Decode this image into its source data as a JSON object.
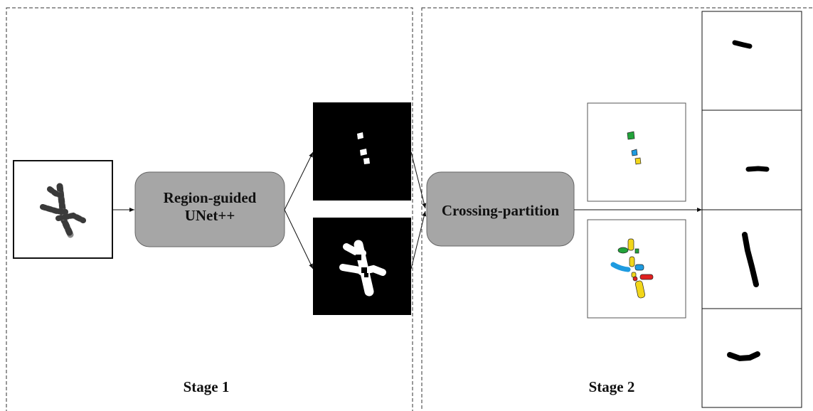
{
  "stages": {
    "stage1": {
      "label": "Stage 1"
    },
    "stage2": {
      "label": "Stage 2"
    }
  },
  "process_boxes": {
    "region_guided": {
      "label_line1": "Region-guided",
      "label_line2": "UNet++",
      "fill": "#a6a6a6"
    },
    "crossing_partition": {
      "label": "Crossing-partition",
      "fill": "#a6a6a6"
    }
  },
  "images": {
    "input": "input-chromosome-image",
    "mask_overlap": "overlap-region-mask",
    "mask_full": "chromosome-mask",
    "colored_overlap": "colored-overlap-segments",
    "colored_full": "colored-chromosome-segments",
    "outputs": [
      "separated-chromosome-1",
      "separated-chromosome-2",
      "separated-chromosome-3",
      "separated-chromosome-4"
    ]
  },
  "colors": {
    "segment_green": "#22a33a",
    "segment_blue": "#1e9be0",
    "segment_yellow": "#f2d61a",
    "segment_red": "#e02020",
    "mask_bg": "#000000",
    "box_fill": "#a6a6a6"
  }
}
